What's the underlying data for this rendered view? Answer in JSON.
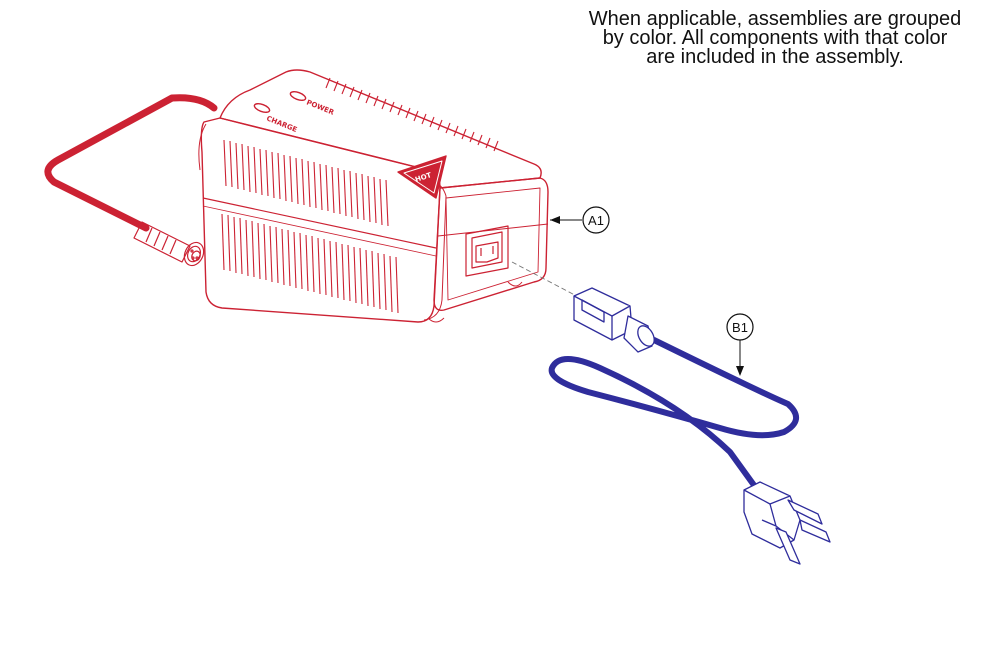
{
  "note": {
    "text": "When applicable, assemblies are grouped\nby color. All components with that color\nare included in the assembly."
  },
  "colors": {
    "assembly_a": "#cc2233",
    "assembly_b": "#2f2d9c",
    "background": "#ffffff",
    "callout_line": "#111111"
  },
  "charger": {
    "label_power": "POWER",
    "label_charge": "CHARGE",
    "label_hot": "HOT"
  },
  "callouts": [
    {
      "id": "A1",
      "label": "A1"
    },
    {
      "id": "B1",
      "label": "B1"
    }
  ]
}
